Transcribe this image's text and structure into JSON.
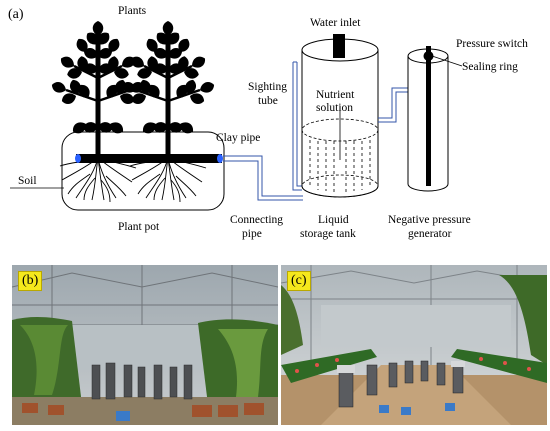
{
  "panels": {
    "a": "(a)",
    "b": "(b)",
    "c": "(c)"
  },
  "labels": {
    "plants": "Plants",
    "water_inlet": "Water inlet",
    "pressure_switch": "Pressure switch",
    "sealing_ring": "Sealing ring",
    "sighting_tube_1": "Sighting",
    "sighting_tube_2": "tube",
    "nutrient_1": "Nutrient",
    "nutrient_2": "solution",
    "clay_pipe": "Clay pipe",
    "soil": "Soil",
    "plant_pot": "Plant pot",
    "connecting_1": "Connecting",
    "connecting_2": "pipe",
    "liquid_1": "Liquid",
    "liquid_2": "storage tank",
    "negative_1": "Negative pressure",
    "negative_2": "generator"
  },
  "colors": {
    "outline": "#000000",
    "pipe": "#1a1aff",
    "tube": "#3355aa",
    "badge": "#f5e81c"
  }
}
